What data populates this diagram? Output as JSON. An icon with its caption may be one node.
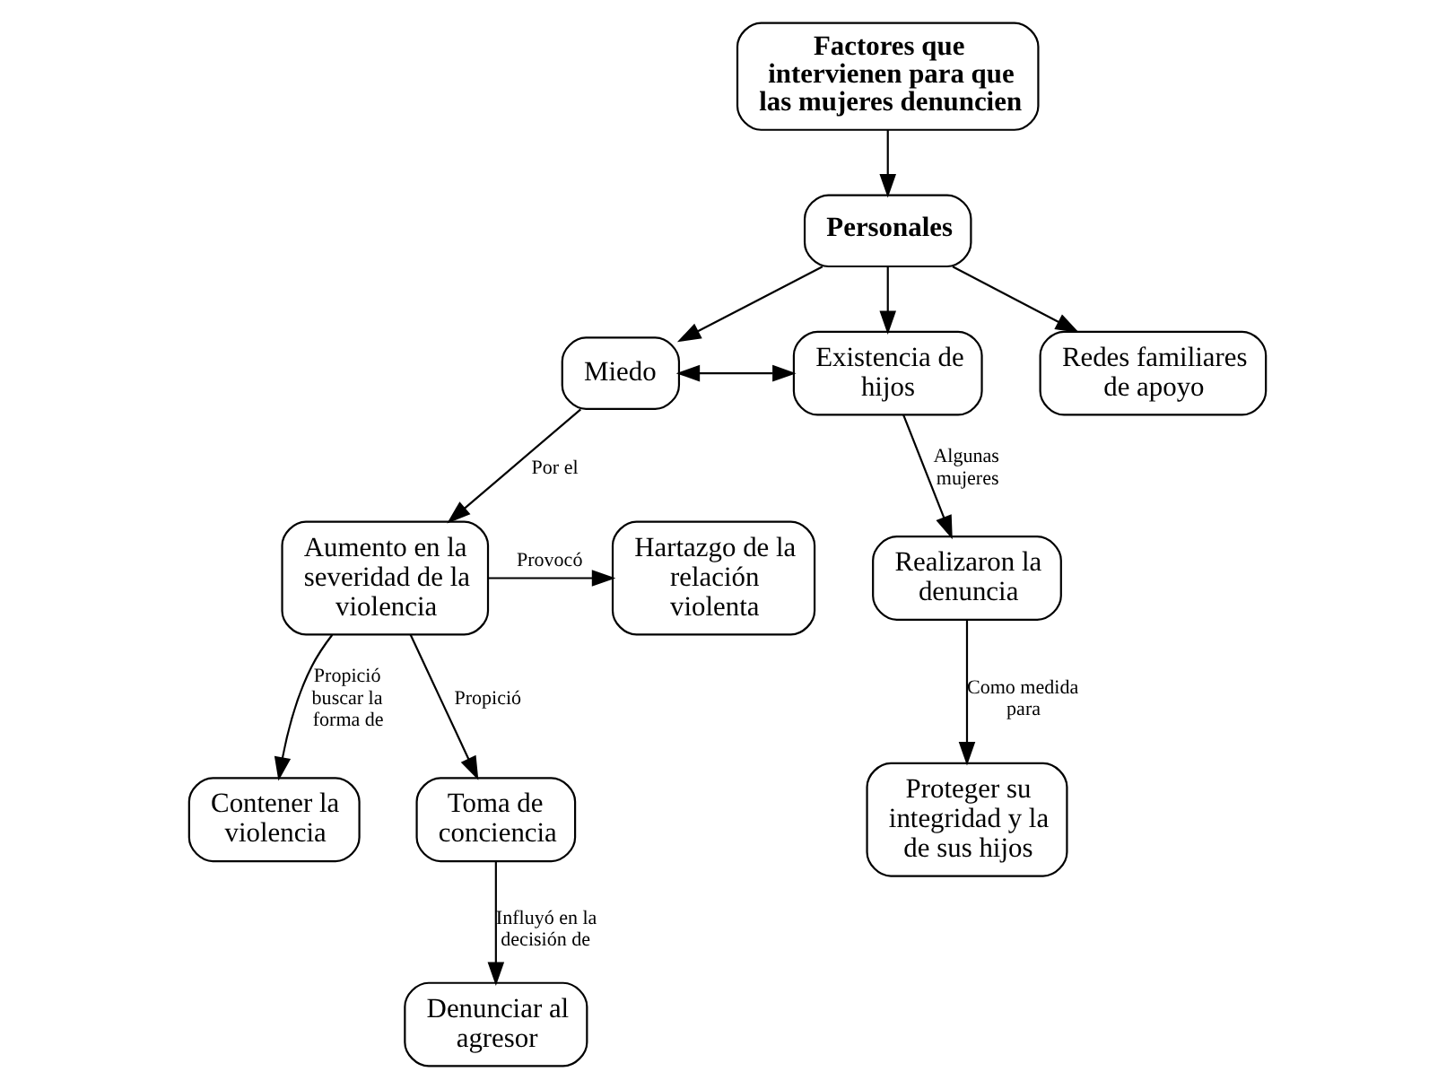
{
  "diagram": {
    "nodes": [
      {
        "text": [
          "Factores que intervienen para que las mujeres denuncien"
        ]
      },
      {
        "text": [
          "Personales"
        ]
      },
      {
        "text": [
          "Miedo"
        ]
      },
      {
        "text": [
          "Existencia de hijos"
        ]
      },
      {
        "text": [
          "Redes familiares de apoyo"
        ]
      },
      {
        "text": [
          "Hartazgo de la relación violenta"
        ]
      },
      {
        "text": [
          "Aumento en la severidad de la violencia"
        ]
      },
      {
        "text": [
          "Contener la violencia"
        ]
      },
      {
        "text": [
          "Realizaron la denuncia"
        ]
      },
      {
        "text": [
          "Toma de conciencia"
        ]
      },
      {
        "text": [
          "Proteger su integridad y la de sus hijos"
        ]
      },
      {
        "text": [
          "Denunciar al agresor"
        ]
      }
    ],
    "edges": [
      {
        "from": 0,
        "to": 1,
        "arrow": "to"
      },
      {
        "from": 1,
        "to": 2,
        "arrow": "to"
      },
      {
        "from": 1,
        "to": 3,
        "arrow": "to"
      },
      {
        "from": 1,
        "to": 4,
        "arrow": "to"
      },
      {
        "from": 2,
        "to": 3,
        "arrow": "both"
      },
      {
        "from": 2,
        "to": 6,
        "arrow": "to",
        "label": "Por el"
      },
      {
        "from": 3,
        "to": 8,
        "arrow": "to",
        "label": "Algunas mujeres"
      },
      {
        "from": 6,
        "to": 5,
        "arrow": "to",
        "label": "Provocó"
      },
      {
        "from": 6,
        "to": 7,
        "arrow": "to",
        "label": "Propició buscar la forma de"
      },
      {
        "from": 6,
        "to": 9,
        "arrow": "to",
        "label": "Propició"
      },
      {
        "from": 8,
        "to": 10,
        "arrow": "to",
        "label": "Como medida para"
      },
      {
        "from": 9,
        "to": 11,
        "arrow": "to",
        "label": "Influyó en la decisión de"
      }
    ]
  }
}
